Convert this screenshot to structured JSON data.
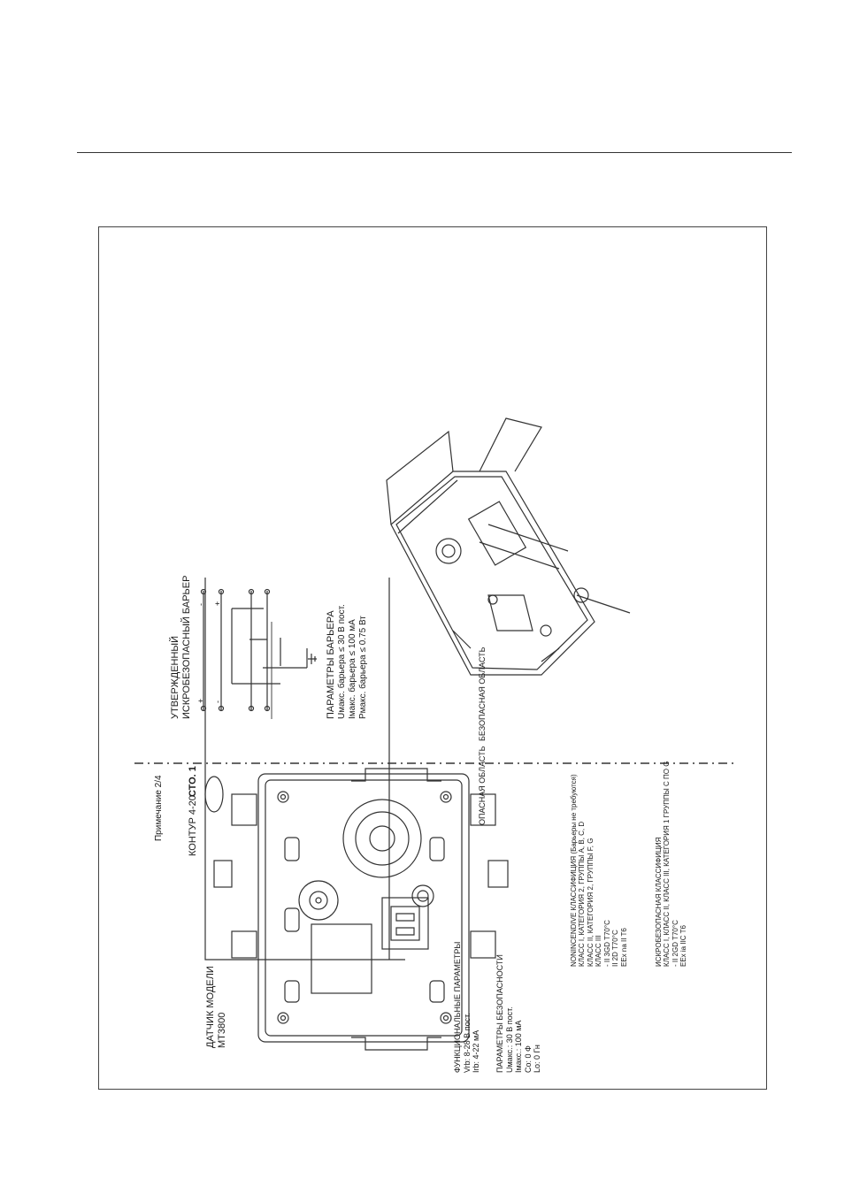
{
  "colors": {
    "ink": "#1a1a1a",
    "rule": "#333333",
    "paper": "#ffffff"
  },
  "labels": {
    "transmitter": [
      "ДАТЧИК МОДЕЛИ",
      "МТ3800"
    ],
    "loop": "КОНТУР 4-20",
    "cto": "СТО. 1",
    "note": "Примечание 2/4",
    "barrier_title": [
      "УТВЕРЖДЕННЫЙ",
      "ИСКРОБЕЗОПАСНЫЙ БАРЬЕР"
    ],
    "terminals": [
      "+",
      "-",
      "-",
      "+"
    ],
    "hazardous_area": "ОПАСНАЯ ОБЛАСТЬ",
    "safe_area": "БЕЗОПАСНАЯ ОБЛАСТЬ"
  },
  "barrier_params": {
    "title": "ПАРАМЕТРЫ БАРЬЕРА",
    "lines": [
      "Uмакс. барьера ≤ 30 В пост.",
      "Iмакс. барьера ≤ 100 мА",
      "Рмакс. барьера ≤ 0.75 Вт"
    ]
  },
  "functional_params": {
    "title": "ФУНКЦИОНАЛЬНЫЕ ПАРАМЕТРЫ",
    "lines": [
      "Vrb: 8-28 В пост.",
      "Irb: 4-22 мА"
    ]
  },
  "safety_params": {
    "title": "ПАРАМЕТРЫ БЕЗОПАСНОСТИ",
    "lines": [
      "Uмакс.: 30 В пост.",
      "Iмакс.: 100 мА",
      "Co: 0 Ф",
      "Lo: 0 Гн"
    ]
  },
  "nonincendive": {
    "lines": [
      "NONINCENDIVE КЛАССИФИЦИЯ (Барьеры не требуются)",
      "КЛАСС I, КАТЕГОРИЯ 2, ГРУППЫ А, В, С, D",
      "КЛАСС II, КАТЕГОРИЯ 2, ГРУППЫ F, G",
      "КЛАСС III",
      "- II 3GD T70°C",
      "II 2D T70°C",
      "EEx na II T6"
    ]
  },
  "intrinsically_safe": {
    "lines": [
      "ИСКРОБЕЗОПАСНАЯ КЛАССИФИЦИЯ",
      "КЛАСС I, КЛАСС II, КЛАСС III, КАТЕГОРИЯ 1 ГРУППЫ С ПО G",
      "- II 2GD T70°C",
      "EEx ia IIC T6"
    ]
  }
}
